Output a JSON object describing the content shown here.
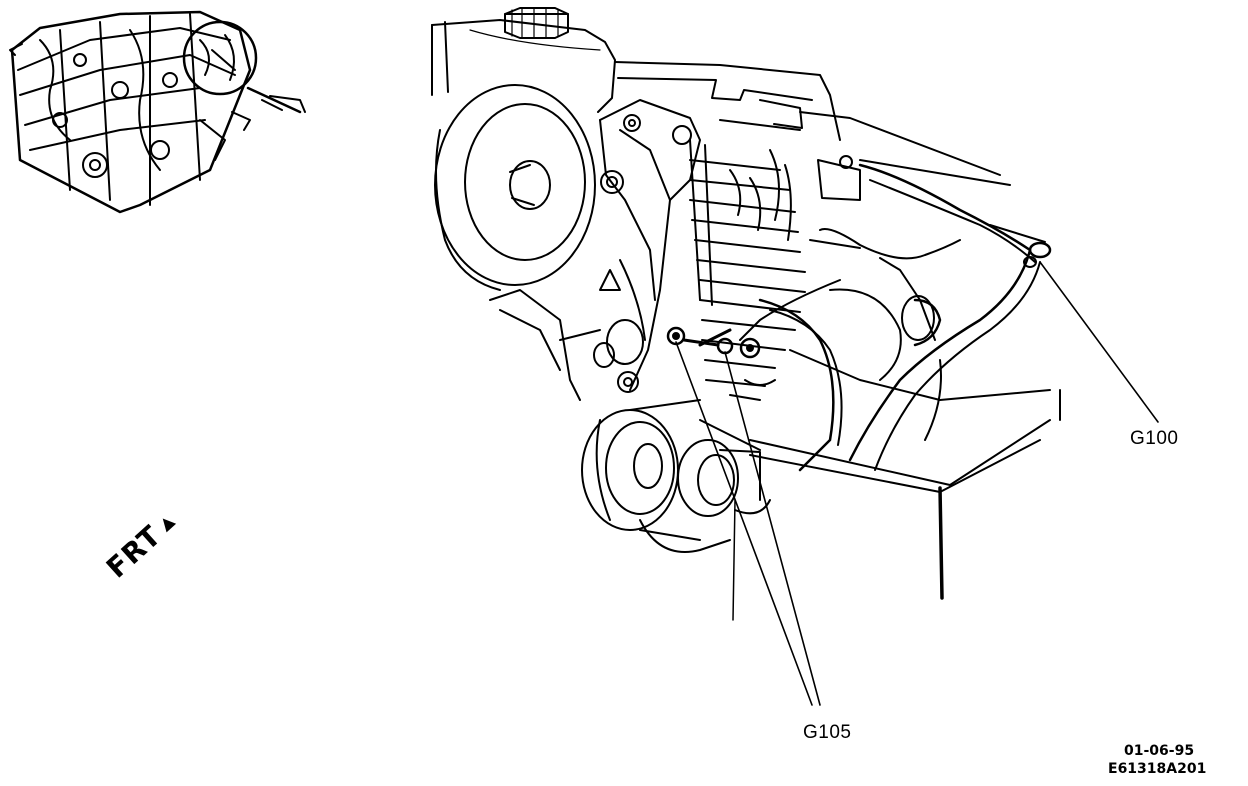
{
  "callouts": {
    "g100": "G100",
    "g105": "G105"
  },
  "orientation": {
    "label": "FRT",
    "arrow": "▲"
  },
  "figure_codes": {
    "date": "01-06-95",
    "id": "E61318A201"
  }
}
